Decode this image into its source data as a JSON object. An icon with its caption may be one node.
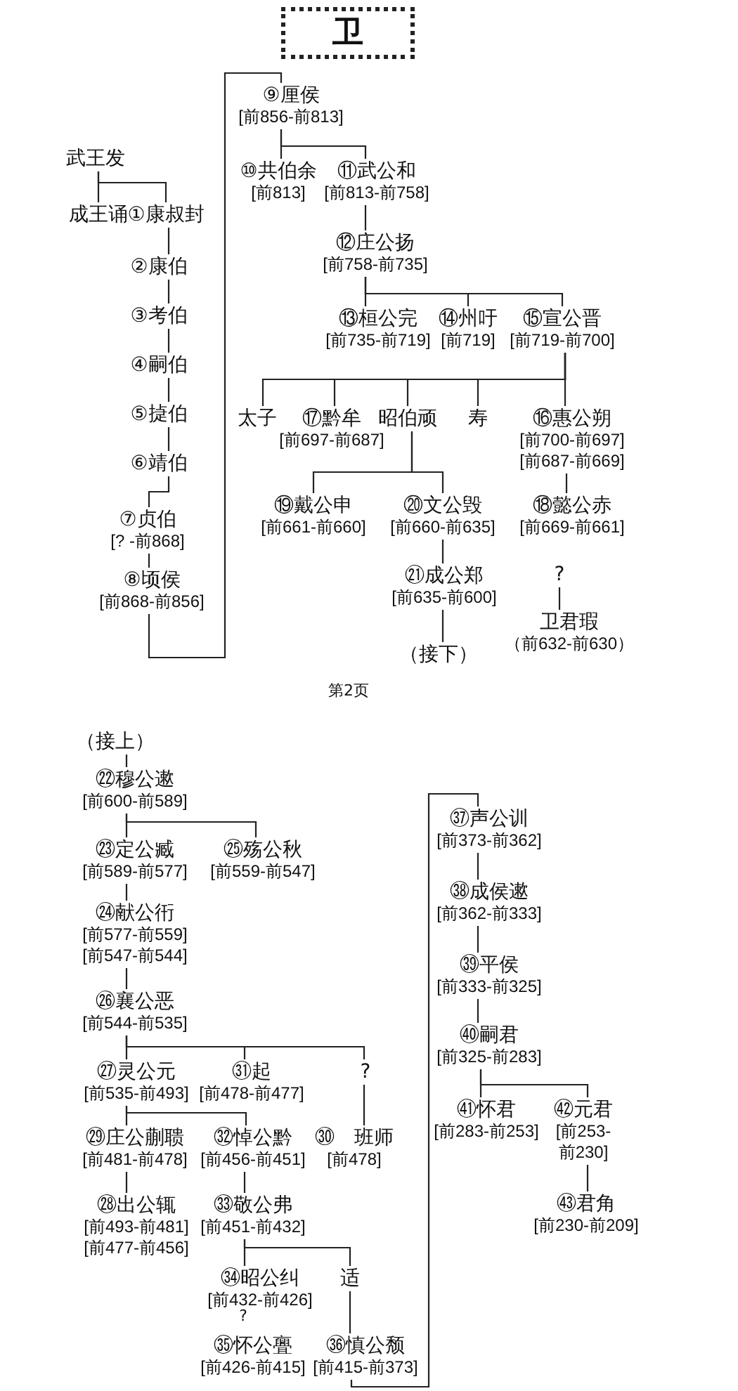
{
  "diagram": {
    "title": "卫",
    "nodes": [
      {
        "text": [
          "武王发"
        ]
      },
      {
        "text": [
          "成王诵"
        ]
      },
      {
        "text": [
          "①康叔封"
        ]
      },
      {
        "text": [
          "②康伯"
        ]
      },
      {
        "text": [
          "③考伯"
        ]
      },
      {
        "text": [
          "④嗣伯"
        ]
      },
      {
        "text": [
          "⑤㨗伯"
        ]
      },
      {
        "text": [
          "⑥靖伯"
        ]
      },
      {
        "text": [
          "⑦贞伯",
          "[? -前868]"
        ]
      },
      {
        "text": [
          "⑧顷侯",
          "[前868-前856]"
        ]
      },
      {
        "text": [
          "⑨厘侯",
          "[前856-前813]"
        ]
      },
      {
        "text": [
          "⑩共伯余",
          "[前813]"
        ]
      },
      {
        "text": [
          "⑪武公和",
          "[前813-前758]"
        ]
      },
      {
        "text": [
          "⑫庄公扬",
          "[前758-前735]"
        ]
      },
      {
        "text": [
          "⑬桓公完",
          "[前735-前719]"
        ]
      },
      {
        "text": [
          "⑭州吁",
          "[前719]"
        ]
      },
      {
        "text": [
          "⑮宣公晋",
          "[前719-前700]"
        ]
      },
      {
        "text": [
          "太子"
        ]
      },
      {
        "text": [
          "⑰黔牟",
          "[前697-前687]"
        ]
      },
      {
        "text": [
          "昭伯顽"
        ]
      },
      {
        "text": [
          "寿"
        ]
      },
      {
        "text": [
          "⑯惠公朔",
          "[前700-前697]",
          "[前687-前669]"
        ]
      },
      {
        "text": [
          "⑲戴公申",
          "[前661-前660]"
        ]
      },
      {
        "text": [
          "⑳文公毁",
          "[前660-前635]"
        ]
      },
      {
        "text": [
          "⑱懿公赤",
          "[前669-前661]"
        ]
      },
      {
        "text": [
          "㉑成公郑",
          "[前635-前600]"
        ]
      },
      {
        "text": [
          "（接下）"
        ]
      },
      {
        "text": [
          "?"
        ]
      },
      {
        "text": [
          "卫君瑕",
          "（前632-前630）"
        ]
      },
      {
        "text": [
          "（接上）"
        ]
      },
      {
        "text": [
          "㉒穆公遬",
          "[前600-前589]"
        ]
      },
      {
        "text": [
          "㉓定公臧",
          "[前589-前577]"
        ]
      },
      {
        "text": [
          "㉕殇公秋",
          "[前559-前547]"
        ]
      },
      {
        "text": [
          "㉔献公衎",
          "[前577-前559]",
          "[前547-前544]"
        ]
      },
      {
        "text": [
          "㉖襄公恶",
          "[前544-前535]"
        ]
      },
      {
        "text": [
          "㉗灵公元",
          "[前535-前493]"
        ]
      },
      {
        "text": [
          "㉛起",
          "[前478-前477]"
        ]
      },
      {
        "text": [
          "?"
        ]
      },
      {
        "text": [
          "㉙庄公蒯聩",
          "[前481-前478]"
        ]
      },
      {
        "text": [
          "㉜悼公黔",
          "[前456-前451]"
        ]
      },
      {
        "text": [
          "㉚ 班师",
          "[前478]"
        ]
      },
      {
        "text": [
          "㉘出公辄",
          "[前493-前481]",
          "[前477-前456]"
        ]
      },
      {
        "text": [
          "㉝敬公弗",
          "[前451-前432]"
        ]
      },
      {
        "text": [
          "㉞昭公纠",
          "[前432-前426]"
        ]
      },
      {
        "text": [
          "适"
        ]
      },
      {
        "text": [
          "㉟怀公亹",
          "[前426-前415]"
        ]
      },
      {
        "text": [
          "㊱慎公颓",
          "[前415-前373]"
        ]
      },
      {
        "text": [
          "㊲声公训",
          "[前373-前362]"
        ]
      },
      {
        "text": [
          "㊳成侯遬",
          "[前362-前333]"
        ]
      },
      {
        "text": [
          "㊴平侯",
          "[前333-前325]"
        ]
      },
      {
        "text": [
          "㊵嗣君",
          "[前325-前283]"
        ]
      },
      {
        "text": [
          "㊶怀君",
          "[前283-前253]"
        ]
      },
      {
        "text": [
          "㊷元君",
          "[前253-前230]"
        ]
      },
      {
        "text": [
          "㊸君角",
          "[前230-前209]"
        ]
      }
    ],
    "edges": [
      {
        "from": 0,
        "to": 1,
        "arrow": "none"
      },
      {
        "from": 0,
        "to": 2,
        "arrow": "none"
      },
      {
        "from": 2,
        "to": 3,
        "arrow": "none"
      },
      {
        "from": 3,
        "to": 4,
        "arrow": "none"
      },
      {
        "from": 4,
        "to": 5,
        "arrow": "none"
      },
      {
        "from": 5,
        "to": 6,
        "arrow": "none"
      },
      {
        "from": 6,
        "to": 7,
        "arrow": "none"
      },
      {
        "from": 7,
        "to": 8,
        "arrow": "none"
      },
      {
        "from": 8,
        "to": 9,
        "arrow": "none"
      },
      {
        "from": 9,
        "to": 10,
        "arrow": "none"
      },
      {
        "from": 10,
        "to": 11,
        "arrow": "none"
      },
      {
        "from": 10,
        "to": 12,
        "arrow": "none"
      },
      {
        "from": 12,
        "to": 13,
        "arrow": "none"
      },
      {
        "from": 13,
        "to": 14,
        "arrow": "none"
      },
      {
        "from": 13,
        "to": 15,
        "arrow": "none"
      },
      {
        "from": 13,
        "to": 16,
        "arrow": "none"
      },
      {
        "from": 16,
        "to": 17,
        "arrow": "none"
      },
      {
        "from": 16,
        "to": 18,
        "arrow": "none"
      },
      {
        "from": 16,
        "to": 19,
        "arrow": "none"
      },
      {
        "from": 16,
        "to": 20,
        "arrow": "none"
      },
      {
        "from": 16,
        "to": 21,
        "arrow": "none"
      },
      {
        "from": 19,
        "to": 22,
        "arrow": "none"
      },
      {
        "from": 19,
        "to": 23,
        "arrow": "none"
      },
      {
        "from": 21,
        "to": 24,
        "arrow": "none"
      },
      {
        "from": 23,
        "to": 25,
        "arrow": "none"
      },
      {
        "from": 25,
        "to": 26,
        "arrow": "none"
      },
      {
        "from": 27,
        "to": 28,
        "arrow": "none"
      },
      {
        "from": 29,
        "to": 30,
        "arrow": "none"
      },
      {
        "from": 30,
        "to": 31,
        "arrow": "none"
      },
      {
        "from": 30,
        "to": 32,
        "arrow": "none"
      },
      {
        "from": 31,
        "to": 33,
        "arrow": "none"
      },
      {
        "from": 33,
        "to": 34,
        "arrow": "none"
      },
      {
        "from": 34,
        "to": 35,
        "arrow": "none"
      },
      {
        "from": 34,
        "to": 36,
        "arrow": "none"
      },
      {
        "from": 34,
        "to": 37,
        "arrow": "none"
      },
      {
        "from": 37,
        "to": 40,
        "arrow": "none"
      },
      {
        "from": 35,
        "to": 38,
        "arrow": "none"
      },
      {
        "from": 35,
        "to": 39,
        "arrow": "none"
      },
      {
        "from": 38,
        "to": 41,
        "arrow": "none"
      },
      {
        "from": 39,
        "to": 42,
        "arrow": "none"
      },
      {
        "from": 42,
        "to": 43,
        "arrow": "none"
      },
      {
        "from": 42,
        "to": 44,
        "arrow": "none"
      },
      {
        "from": 44,
        "to": 46,
        "arrow": "none"
      },
      {
        "from": 46,
        "to": 47,
        "arrow": "none"
      },
      {
        "from": 47,
        "to": 48,
        "arrow": "none"
      },
      {
        "from": 48,
        "to": 49,
        "arrow": "none"
      },
      {
        "from": 49,
        "to": 50,
        "arrow": "none"
      },
      {
        "from": 50,
        "to": 51,
        "arrow": "none"
      },
      {
        "from": 50,
        "to": 52,
        "arrow": "none"
      },
      {
        "from": 52,
        "to": 53,
        "arrow": "none"
      }
    ],
    "labels": [
      "第2页",
      "?"
    ]
  }
}
